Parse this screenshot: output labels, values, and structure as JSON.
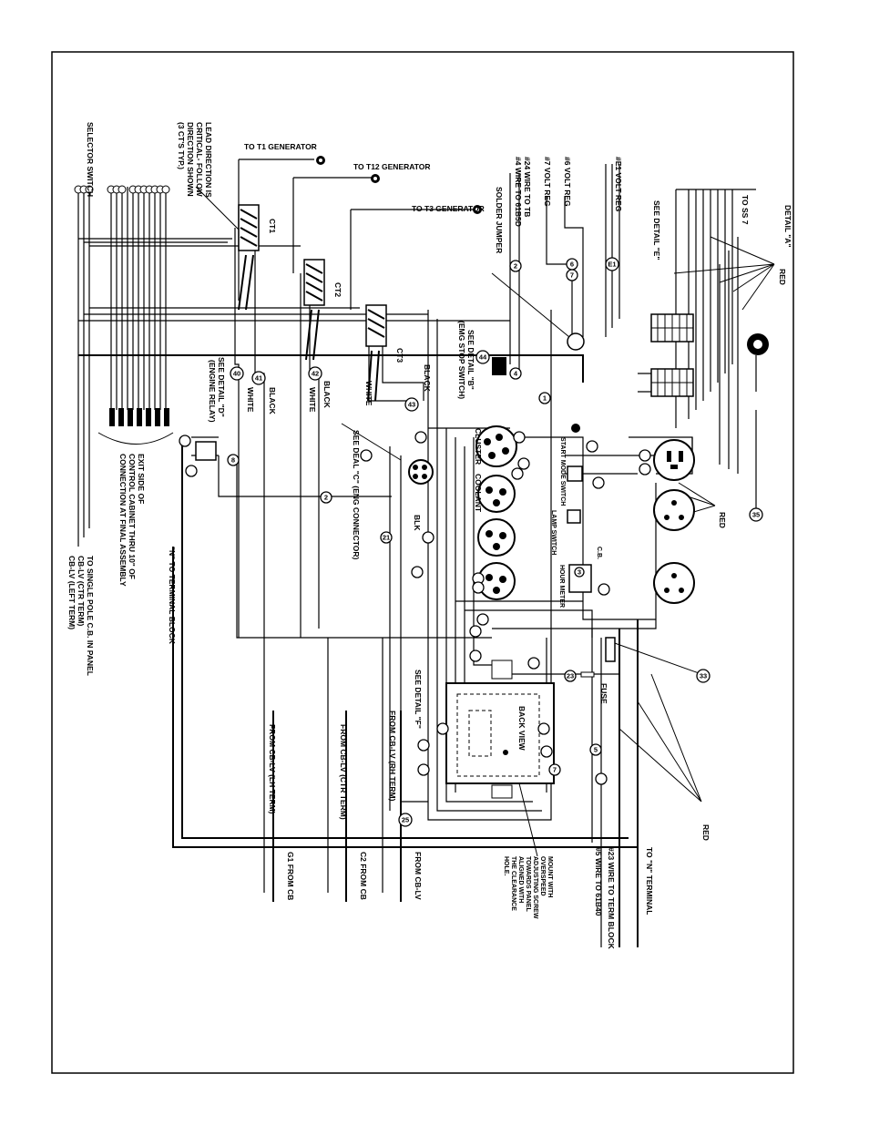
{
  "labels": {
    "selector_switch": "SELECTOR SWITCH",
    "lead_direction": "LEAD DIRECTION IS",
    "lead_direction_2": "CRITICAL- FOLLOW",
    "lead_direction_3": "DIRECTION SHOWN",
    "lead_direction_4": "(3 CT'S TYP.)",
    "to_t1": "TO T1 GENERATOR",
    "to_t12": "TO T12 GENERATOR",
    "to_t3": "TO T3 GENERATOR",
    "solder_jumper": "SOLDER JUMPER",
    "wire_24": "#24 WIRE TO TB",
    "wire_24b": "#4 WIRE TO 61B5D",
    "volt_reg_7": "#7 VOLT REG",
    "volt_reg_6": "#6 VOLT REG",
    "volt_reg_e1": "#E1 VOLT REG",
    "see_detail_e": "SEE DETAIL \"E\"",
    "detail_a": "DETAIL \"A\"",
    "to_ss": "TO SS 7",
    "red_1": "RED",
    "red_2": "RED",
    "red_3": "RED",
    "ct1": "CT1",
    "ct2": "CT2",
    "ct3": "CT3",
    "white_1": "WHITE",
    "white_2": "WHITE",
    "white_3": "WHITE",
    "black_1": "BLACK",
    "black_2": "BLACK",
    "black_3": "BLACK",
    "blk": "BLK",
    "see_detail_b": "SEE DETAIL \"B\"",
    "emg_stop": "(EMG STOP SWITCH)",
    "see_detail_d": "SEE DETAIL \"D\"",
    "engine_relay": "(ENGINE RELAY)",
    "see_detail_c": "SEE DEAL \"C\" (ENG CONNECTOR)",
    "cluster": "CLUSTER",
    "coolant": "COOLANT",
    "start_mode": "START MODE SWITCH",
    "lamp_switch": "LAMP SWITCH",
    "cb": "C.B.",
    "hour_meter": "HOUR METER",
    "fuse": "FUSE",
    "back_view": "BACK VIEW",
    "see_detail_f": "SEE DETAIL \"F\"",
    "exit_side": "EXIT SIDE OF",
    "exit_side_2": "CONTROL CABINET THRU 10\" OF",
    "exit_side_3": "CONNECTION AT FINAL ASSEMBLY",
    "n_terminal_block": "\"N\" TO TERMINAL BLOCK",
    "single_pole": "TO SINGLE POLE C.B. IN PANEL",
    "cb_lv_ctr": "CB-LV (CTR TERM)",
    "cb_lv_left": "CB-LV (LEFT TERM)",
    "from_lh": "FROM CB-LV (LH TERM)",
    "from_ctr": "FROM CB-LV (CTR TERM)",
    "from_rh": "FROM CB-LV (RH TERM)",
    "g1_from": "G1 FROM CB",
    "c2_from": "C2 FROM CB",
    "from_cb_lv": "FROM CB-LV",
    "mount_1": "MOUNT WITH",
    "mount_2": "OVERSPEED",
    "mount_3": "ADJUSTING SCREW",
    "mount_4": "TOWARDS PANEL",
    "mount_5": "ALIGNED WITH",
    "mount_6": "THE CLEARANCE",
    "mount_7": "HOLE.",
    "wire_23": "#23 WIRE TO TERM BLOCK",
    "wire_5": "#5 WIRE TO 61B40",
    "to_n_terminal": "TO \"N\" TERMINAL"
  },
  "nodes": [
    "6",
    "7",
    "E1",
    "2",
    "4",
    "1",
    "41",
    "42",
    "40",
    "43",
    "44",
    "8",
    "2",
    "21",
    "23",
    "5",
    "3",
    "7",
    "25",
    "35",
    "33"
  ]
}
